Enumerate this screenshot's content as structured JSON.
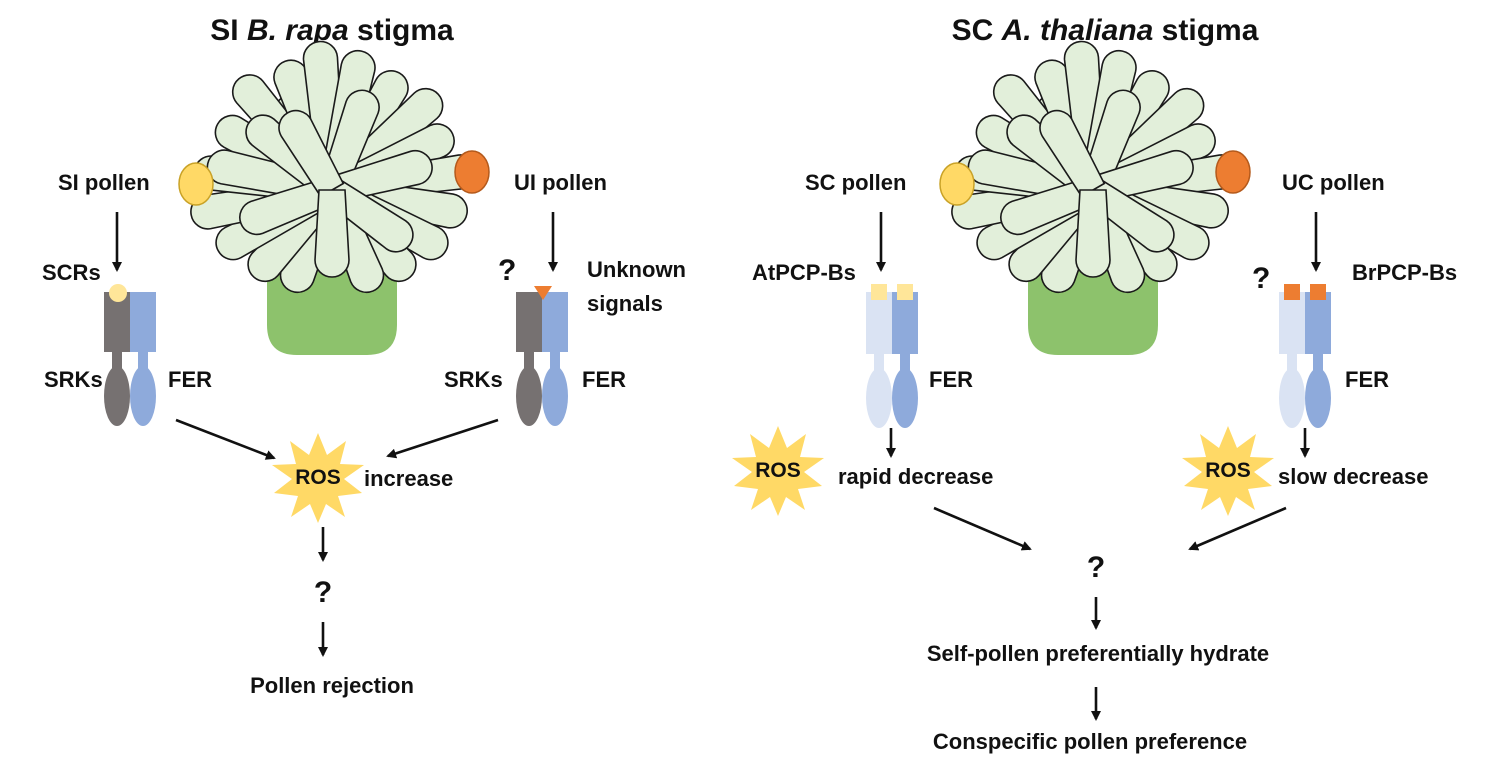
{
  "left_panel": {
    "title_pre": "SI ",
    "title_species": "B. rapa",
    "title_post": " stigma",
    "self_pollen": "SI pollen",
    "other_pollen": "UI pollen",
    "self_ligand": "SCRs",
    "other_ligand_line1": "Unknown",
    "other_ligand_line2": "signals",
    "question_receptor": "?",
    "receptor_a": "SRKs",
    "receptor_b": "FER",
    "receptor_a_2": "SRKs",
    "receptor_b_2": "FER",
    "ros": "ROS",
    "ros_change": "increase",
    "question_downstream": "?",
    "outcome": "Pollen rejection"
  },
  "right_panel": {
    "title_pre": "SC ",
    "title_species": "A. thaliana",
    "title_post": " stigma",
    "self_pollen": "SC pollen",
    "other_pollen": "UC pollen",
    "self_ligand": "AtPCP-Bs",
    "other_ligand": "BrPCP-Bs",
    "question_receptor": "?",
    "receptor_b": "FER",
    "receptor_b_2": "FER",
    "ros": "ROS",
    "ros_change_self": "rapid decrease",
    "ros_2": "ROS",
    "ros_change_other": "slow decrease",
    "question_downstream": "?",
    "outcome_1": "Self-pollen preferentially hydrate",
    "outcome_2": "Conspecific pollen preference"
  },
  "colors": {
    "papilla_fill": "#e2efda",
    "stigma_base": "#8dc26c",
    "self_pollen": "#ffd966",
    "other_pollen": "#ed7d31",
    "srk": "#767171",
    "fer": "#8eaadb",
    "fer_light": "#dae3f3",
    "ligand_light": "#ffe699",
    "ros_burst": "#ffd966"
  }
}
